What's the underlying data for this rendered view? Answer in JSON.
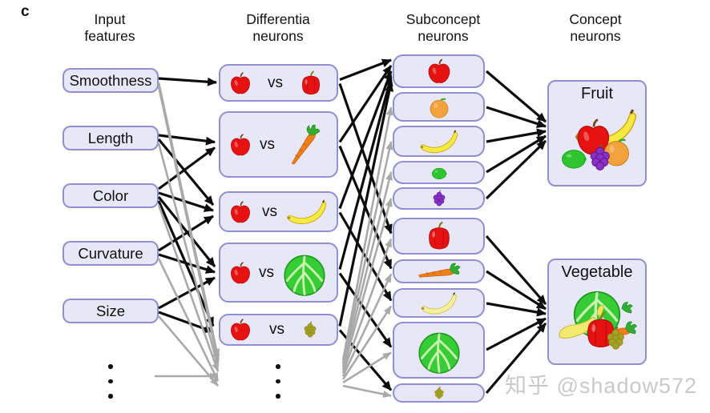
{
  "panel_label": "c",
  "headers": {
    "inputs": {
      "line1": "Input",
      "line2": "features"
    },
    "differentia": {
      "line1": "Differentia",
      "line2": "neurons"
    },
    "subconcept": {
      "line1": "Subconcept",
      "line2": "neurons"
    },
    "concept": {
      "line1": "Concept",
      "line2": "neurons"
    }
  },
  "input_features": {
    "items": [
      {
        "id": "smoothness",
        "label": "Smoothness"
      },
      {
        "id": "length",
        "label": "Length"
      },
      {
        "id": "color",
        "label": "Color"
      },
      {
        "id": "curvature",
        "label": "Curvature"
      },
      {
        "id": "size",
        "label": "Size"
      }
    ]
  },
  "differentia_neurons": {
    "vs_label": "vs",
    "items": [
      {
        "id": "d1",
        "left_icon": "apple",
        "right_icon": "bell-pepper"
      },
      {
        "id": "d2",
        "left_icon": "apple",
        "right_icon": "carrot"
      },
      {
        "id": "d3",
        "left_icon": "apple",
        "right_icon": "banana"
      },
      {
        "id": "d4",
        "left_icon": "apple",
        "right_icon": "cabbage"
      },
      {
        "id": "d5",
        "left_icon": "apple",
        "right_icon": "grapes-green"
      }
    ]
  },
  "subconcept_neurons": {
    "items": [
      {
        "id": "s1",
        "icon": "apple"
      },
      {
        "id": "s2",
        "icon": "orange"
      },
      {
        "id": "s3",
        "icon": "banana"
      },
      {
        "id": "s4",
        "icon": "lime"
      },
      {
        "id": "s5",
        "icon": "grapes-purple"
      },
      {
        "id": "s6",
        "icon": "bell-pepper"
      },
      {
        "id": "s7",
        "icon": "carrot"
      },
      {
        "id": "s8",
        "icon": "banana-pale"
      },
      {
        "id": "s9",
        "icon": "cabbage"
      },
      {
        "id": "s10",
        "icon": "grapes-green"
      }
    ]
  },
  "concept_neurons": {
    "items": [
      {
        "id": "fruit",
        "label": "Fruit",
        "icon": "fruit-group"
      },
      {
        "id": "vegetable",
        "label": "Vegetable",
        "icon": "vegetable-group"
      }
    ]
  },
  "ellipsis_columns": [
    "input",
    "differentia"
  ],
  "edges": {
    "black": [
      [
        "smoothness",
        "d1"
      ],
      [
        "length",
        "d2"
      ],
      [
        "length",
        "d3"
      ],
      [
        "color",
        "d2"
      ],
      [
        "color",
        "d3"
      ],
      [
        "color",
        "d4"
      ],
      [
        "color",
        "d5"
      ],
      [
        "curvature",
        "d3"
      ],
      [
        "curvature",
        "d4"
      ],
      [
        "size",
        "d4"
      ],
      [
        "size",
        "d5"
      ],
      [
        "d1",
        "s1"
      ],
      [
        "d1",
        "s6"
      ],
      [
        "d2",
        "s1"
      ],
      [
        "d2",
        "s7"
      ],
      [
        "d3",
        "s1"
      ],
      [
        "d3",
        "s8"
      ],
      [
        "d4",
        "s1"
      ],
      [
        "d4",
        "s9"
      ],
      [
        "d5",
        "s1"
      ],
      [
        "d5",
        "s10"
      ],
      [
        "s1",
        "fruit"
      ],
      [
        "s2",
        "fruit"
      ],
      [
        "s3",
        "fruit"
      ],
      [
        "s4",
        "fruit"
      ],
      [
        "s5",
        "fruit"
      ],
      [
        "s6",
        "vegetable"
      ],
      [
        "s7",
        "vegetable"
      ],
      [
        "s8",
        "vegetable"
      ],
      [
        "s9",
        "vegetable"
      ],
      [
        "s10",
        "vegetable"
      ]
    ],
    "gray": [
      [
        "smoothness",
        "hidden_differentia"
      ],
      [
        "smoothness",
        "hidden_differentia"
      ],
      [
        "length",
        "hidden_differentia"
      ],
      [
        "color",
        "hidden_differentia"
      ],
      [
        "input_ellipsis",
        "hidden_differentia"
      ],
      [
        "curvature",
        "hidden_differentia"
      ],
      [
        "size",
        "hidden_differentia"
      ],
      [
        "hidden_differentia",
        "s2"
      ],
      [
        "hidden_differentia",
        "s3"
      ],
      [
        "hidden_differentia",
        "s4"
      ],
      [
        "hidden_differentia",
        "s5"
      ],
      [
        "hidden_differentia",
        "s6"
      ],
      [
        "hidden_differentia",
        "s7"
      ],
      [
        "hidden_differentia",
        "s8"
      ],
      [
        "hidden_differentia",
        "s9"
      ],
      [
        "hidden_differentia",
        "s10"
      ]
    ]
  },
  "colors": {
    "node_fill": "#e7e7f8",
    "node_border": "#8f8fd2",
    "edge_black": "#0d0d0d",
    "edge_gray": "#a9a9a9",
    "watermark": "#c9c9c9"
  },
  "watermark": {
    "text": "知乎 @shadow572"
  }
}
